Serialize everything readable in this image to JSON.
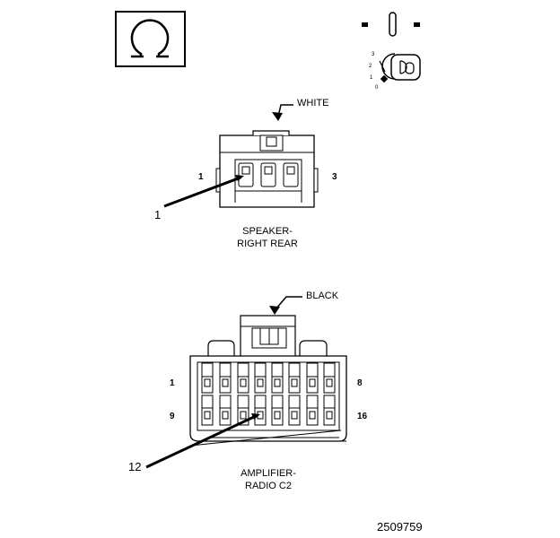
{
  "symbols": {
    "ohms_icon": "ohm-symbol",
    "ignition_icon": "ignition-key-switch",
    "ignition_positions": [
      "3",
      "2",
      "1",
      "0"
    ]
  },
  "speaker_connector": {
    "color_label": "WHITE",
    "pin_left": "1",
    "pin_right": "3",
    "callout": "1",
    "name_line1": "SPEAKER-",
    "name_line2": "RIGHT REAR"
  },
  "amplifier_connector": {
    "color_label": "BLACK",
    "pin_top_left": "1",
    "pin_top_right": "8",
    "pin_bottom_left": "9",
    "pin_bottom_right": "16",
    "callout": "12",
    "name_line1": "AMPLIFIER-",
    "name_line2": "RADIO C2"
  },
  "figure_number": "2509759"
}
